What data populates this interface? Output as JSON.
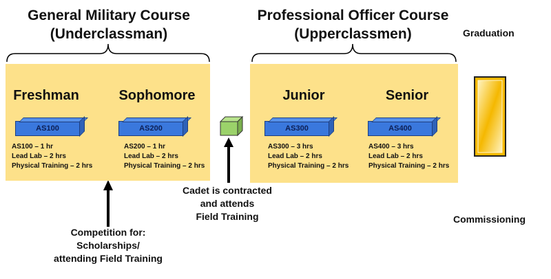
{
  "gmc": {
    "title_line1": "General Military Course",
    "title_line2": "(Underclassman)"
  },
  "poc": {
    "title_line1": "Professional Officer Course",
    "title_line2": "(Upperclassmen)"
  },
  "graduation": "Graduation",
  "commissioning": "Commissioning",
  "years": [
    {
      "name": "Freshman",
      "course": "AS100",
      "lines": [
        "AS100 – 1 hr",
        "Lead Lab – 2 hrs",
        "Physical Training – 2 hrs"
      ]
    },
    {
      "name": "Sophomore",
      "course": "AS200",
      "lines": [
        "AS200 – 1 hr",
        "Lead Lab – 2 hrs",
        "Physical Training – 2 hrs"
      ]
    },
    {
      "name": "Junior",
      "course": "AS300",
      "lines": [
        "AS300 – 3 hrs",
        "Lead Lab – 2 hrs",
        "Physical Training – 2 hrs"
      ]
    },
    {
      "name": "Senior",
      "course": "AS400",
      "lines": [
        "AS400 – 3 hrs",
        "Lead Lab – 2 hrs",
        "Physical Training – 2 hrs"
      ]
    }
  ],
  "contracted_note": [
    "Cadet is contracted",
    "and attends",
    "Field Training"
  ],
  "competition_note": [
    "Competition for:",
    "Scholarships/",
    "attending Field Training"
  ],
  "colors": {
    "panel": "#fde18a",
    "course_box": "#3a78dd",
    "cube": "#9bd26a",
    "gold": "#f5b800"
  }
}
